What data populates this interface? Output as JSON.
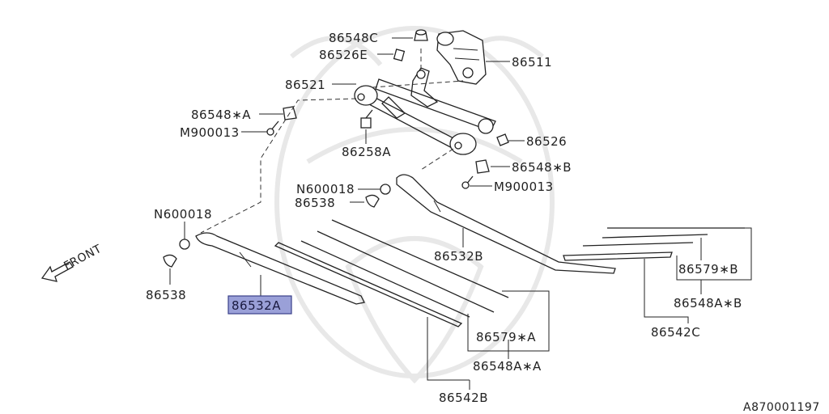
{
  "colors": {
    "highlight_fill": "#9aa0d8",
    "highlight_stroke": "#3a3f8a",
    "line": "#222222",
    "watermark": "#e8e8e8"
  },
  "labels": {
    "p86548C": "86548C",
    "p86526E": "86526E",
    "p86511": "86511",
    "p86521": "86521",
    "p86548_A": "86548∗A",
    "m900013_left": "M900013",
    "p86258A": "86258A",
    "p86526": "86526",
    "p86548_B": "86548∗B",
    "m900013_right": "M900013",
    "n600018_mid": "N600018",
    "p86538_mid": "86538",
    "n600018_left": "N600018",
    "p86538_left": "86538",
    "p86532A": "86532A",
    "p86532B": "86532B",
    "p86579_A": "86579∗A",
    "p86548A_A": "86548A∗A",
    "p86542B": "86542B",
    "p86579_B": "86579∗B",
    "p86548A_B": "86548A∗B",
    "p86542C": "86542C",
    "front": "FRONT",
    "diagram_id": "A870001197"
  }
}
